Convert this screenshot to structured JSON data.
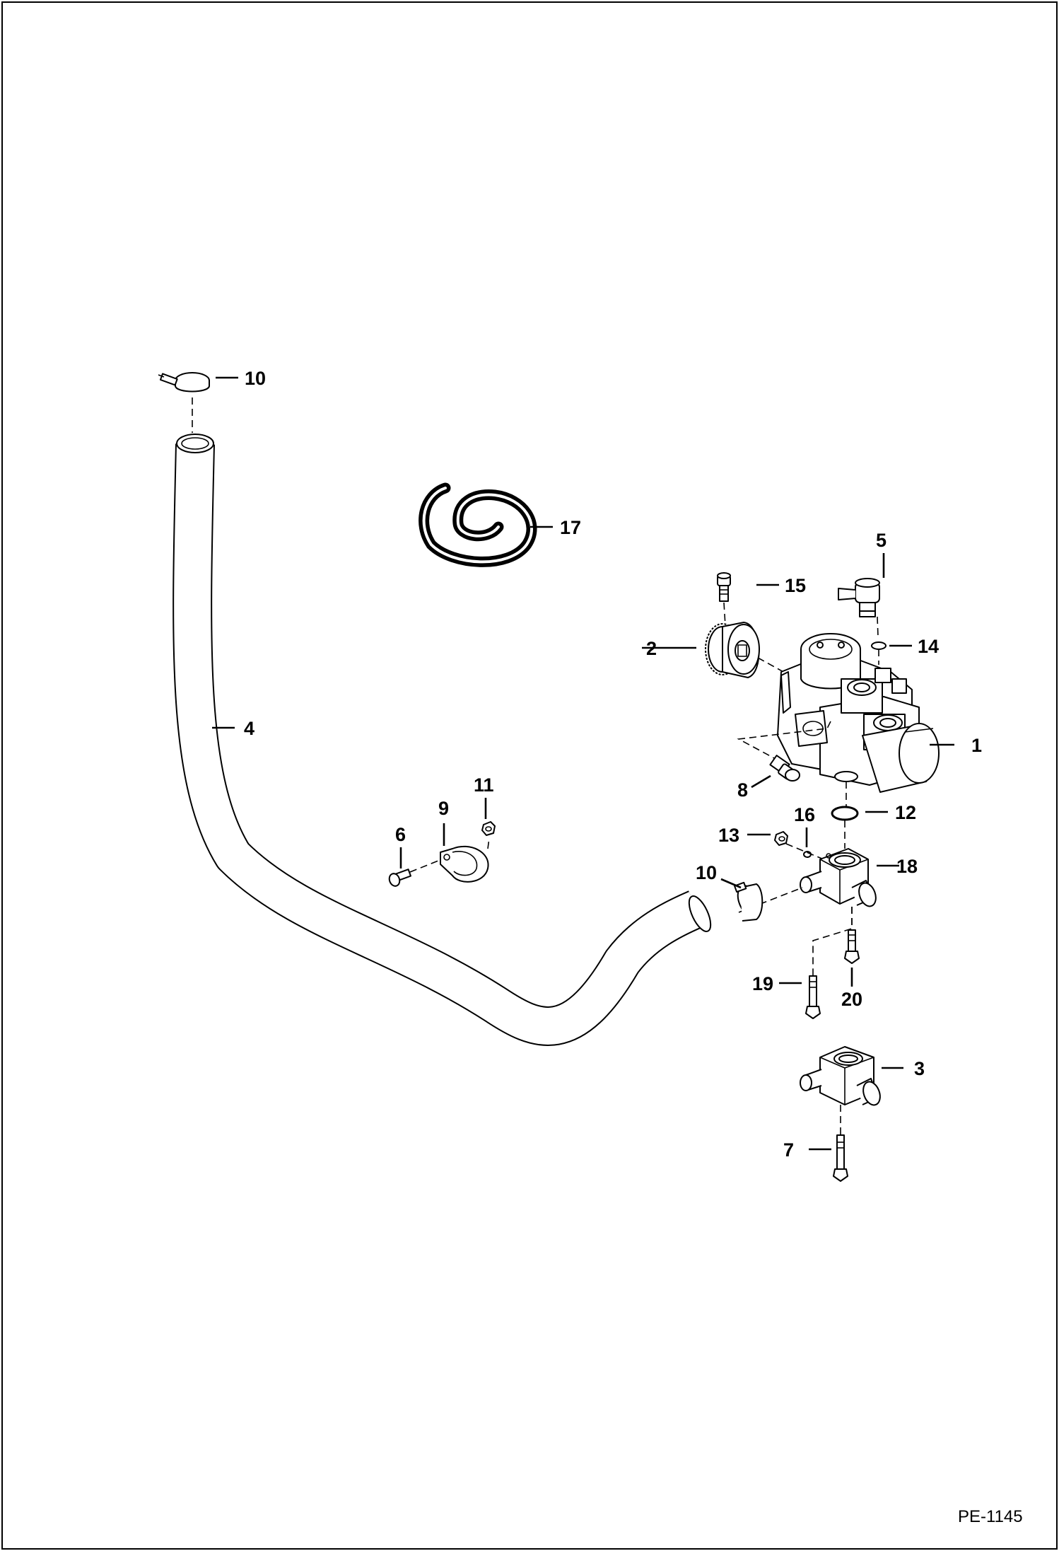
{
  "drawing_id": "PE-1145",
  "callouts": {
    "c1": "1",
    "c2": "2",
    "c3": "3",
    "c4": "4",
    "c5": "5",
    "c6": "6",
    "c7": "7",
    "c8": "8",
    "c9": "9",
    "c10a": "10",
    "c10b": "10",
    "c11": "11",
    "c12": "12",
    "c13": "13",
    "c14": "14",
    "c15": "15",
    "c16": "16",
    "c17": "17",
    "c18": "18",
    "c19": "19",
    "c20": "20"
  }
}
